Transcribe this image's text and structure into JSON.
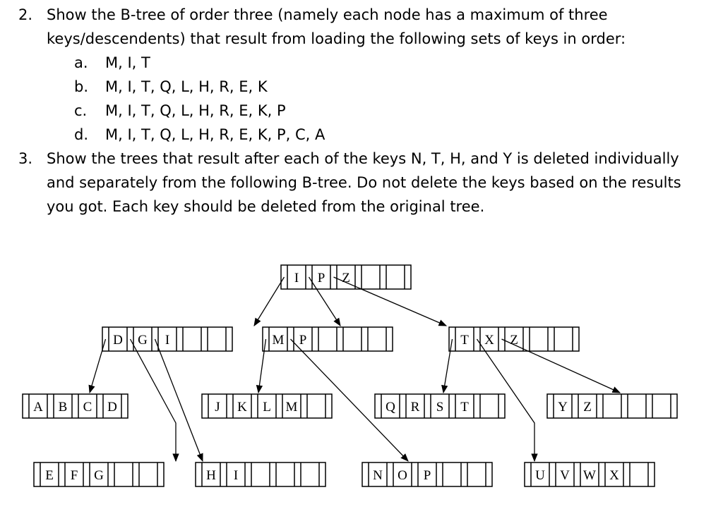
{
  "questions": [
    {
      "number": "2.",
      "text": "Show the B-tree of order three (namely each node has a maximum of three keys/descendents) that result from loading the following sets of keys in order:",
      "items": [
        {
          "letter": "a.",
          "keys": "M, I, T"
        },
        {
          "letter": "b.",
          "keys": "M, I, T, Q, L, H, R, E, K"
        },
        {
          "letter": "c.",
          "keys": "M, I, T, Q, L, H, R, E, K, P"
        },
        {
          "letter": "d.",
          "keys": "M, I, T, Q, L, H, R, E, K, P, C, A"
        }
      ]
    },
    {
      "number": "3.",
      "text": "Show the trees that result after each of the keys N, T, H, and Y is deleted individually and separately from the following B-tree. Do not delete the keys based on the results you got. Each key should be deleted from the original tree."
    }
  ],
  "btree": {
    "root": [
      "I",
      "P",
      "Z"
    ],
    "internal": [
      [
        "D",
        "G",
        "I"
      ],
      [
        "M",
        "P"
      ],
      [
        "T",
        "X",
        "Z"
      ]
    ],
    "leaves": [
      [
        "A",
        "B",
        "C",
        "D"
      ],
      [
        "E",
        "F",
        "G"
      ],
      [
        "H",
        "I"
      ],
      [
        "J",
        "K",
        "L",
        "M"
      ],
      [
        "N",
        "O",
        "P"
      ],
      [
        "Q",
        "R",
        "S",
        "T"
      ],
      [
        "U",
        "V",
        "W",
        "X"
      ],
      [
        "Y",
        "Z"
      ]
    ]
  }
}
